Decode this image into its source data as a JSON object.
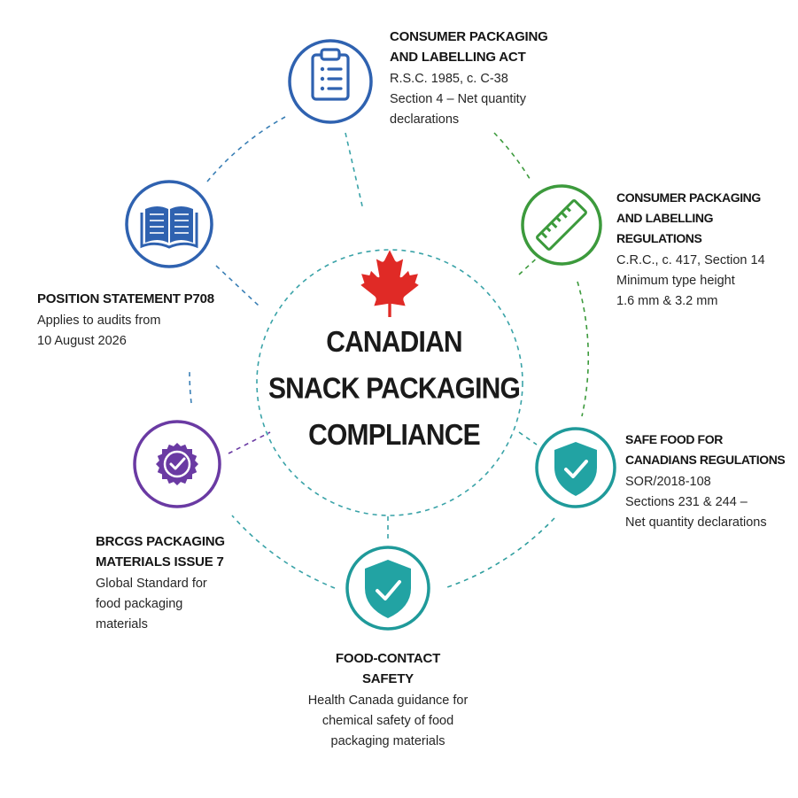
{
  "center": {
    "title": "CANADIAN\nSNACK PACKAGING\nCOMPLIANCE",
    "icon": "maple-leaf-icon"
  },
  "nodes": [
    {
      "id": "cpla",
      "icon": "clipboard-checklist-icon",
      "color": "#2f62b0",
      "title": "CONSUMER PACKAGING\nAND LABELLING ACT",
      "desc": "R.S.C. 1985, c. C-38\nSection 4 – Net quantity\ndeclarations"
    },
    {
      "id": "cplr",
      "icon": "ruler-icon",
      "color": "#3c9a3c",
      "title": "CONSUMER PACKAGING\nAND LABELLING REGULATIONS",
      "desc": "C.R.C., c. 417, Section 14\nMinimum type height\n1.6 mm & 3.2 mm"
    },
    {
      "id": "sfcr",
      "icon": "shield-check-icon",
      "color": "#1f9a9a",
      "title": "SAFE FOOD FOR\nCANADIANS REGULATIONS",
      "desc": "SOR/2018-108\nSections 231 & 244 –\nNet quantity declarations"
    },
    {
      "id": "food-contact",
      "icon": "shield-check-icon",
      "color": "#1f9a9a",
      "title": "FOOD-CONTACT\nSAFETY",
      "desc": "Health Canada guidance for\nchemical safety of food\npackaging materials"
    },
    {
      "id": "brcgs",
      "icon": "award-badge-icon",
      "color": "#6a3aa3",
      "title": "BRCGS PACKAGING\nMATERIALS ISSUE 7",
      "desc": "Global Standard for\nfood packaging\nmaterials"
    },
    {
      "id": "p708",
      "icon": "open-book-icon",
      "color": "#2f62b0",
      "title": "POSITION STATEMENT P708",
      "desc": "Applies to audits from\n10 August 2026"
    }
  ],
  "colors": {
    "blue": "#2f62b0",
    "green": "#3c9a3c",
    "teal": "#1f9a9a",
    "purple": "#6a3aa3",
    "maple_red": "#e02a26",
    "dash_teal": "#3aa3a8"
  }
}
